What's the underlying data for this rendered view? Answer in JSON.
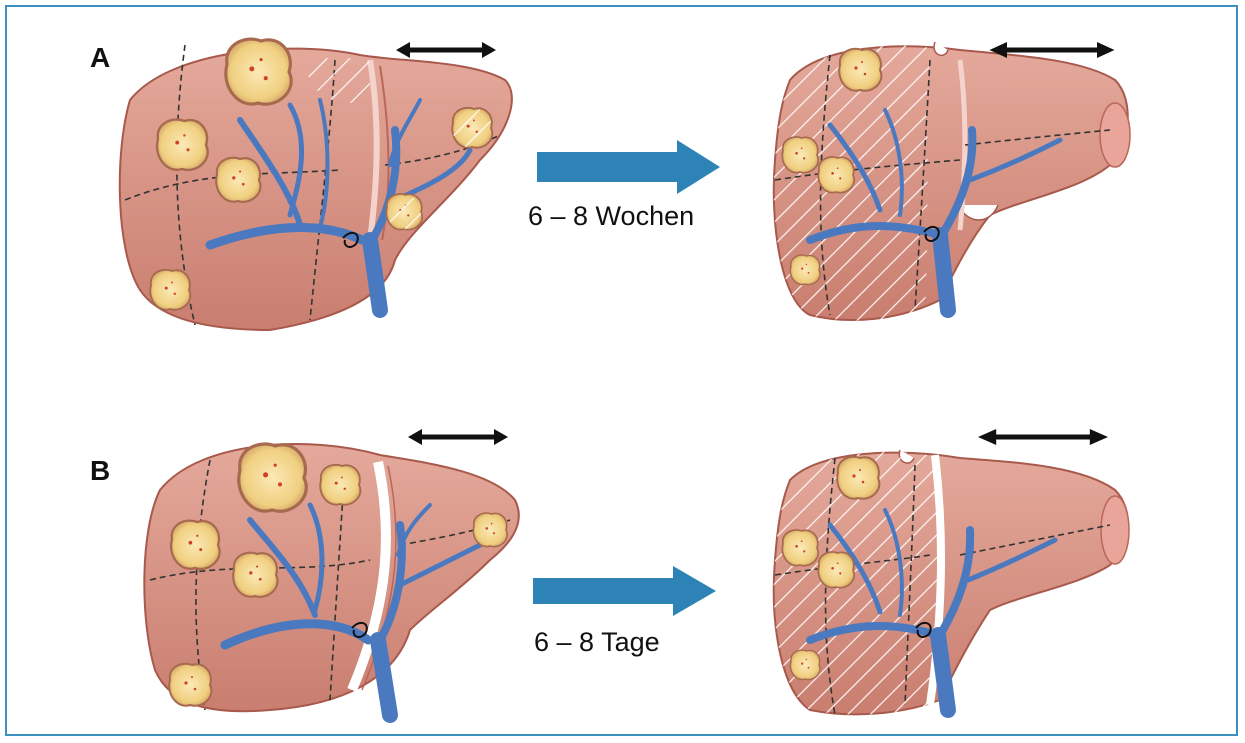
{
  "figure": {
    "border_color": "#3d8fc0",
    "panels": [
      {
        "label": "A",
        "arrow_label": "6 – 8 Wochen",
        "before_liver": {
          "tumors_shown": 6,
          "resection_divider": false
        },
        "after_liver": {
          "hatched_resection": true
        }
      },
      {
        "label": "B",
        "arrow_label": "6 – 8 Tage",
        "before_liver": {
          "tumors_shown": 6,
          "resection_divider": true
        },
        "after_liver": {
          "hatched_resection": true
        }
      }
    ],
    "colors": {
      "liver": "#d9988a",
      "liver_dark": "#b9675a",
      "portal_vein": "#4a79c0",
      "tumor": "#f2d48a",
      "arrow": "#2d83b5",
      "double_arrow": "#111111"
    }
  }
}
